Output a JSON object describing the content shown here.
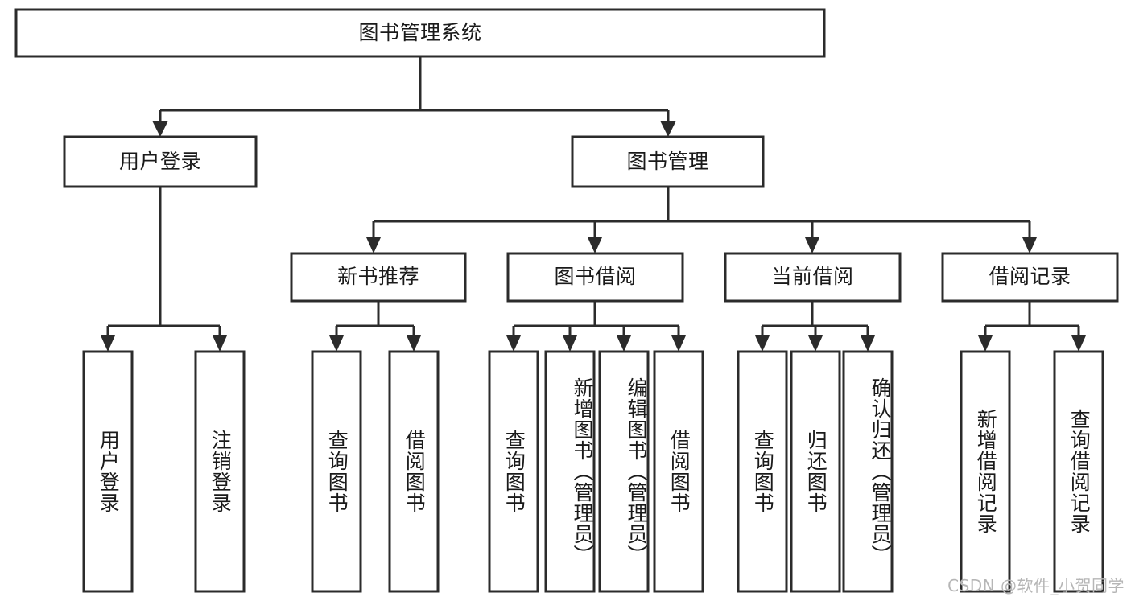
{
  "diagram": {
    "type": "tree",
    "title": "图书管理系统",
    "orientation": "top-down",
    "colors": {
      "box_stroke": "#2b2b2b",
      "box_fill": "#ffffff",
      "connector": "#2b2b2b",
      "text": "#1a1a1a",
      "background": "#ffffff",
      "watermark": "#b6b6b6"
    },
    "root": {
      "label": "图书管理系统"
    },
    "level2": [
      {
        "label": "用户登录"
      },
      {
        "label": "图书管理"
      }
    ],
    "level3": [
      {
        "label": "新书推荐"
      },
      {
        "label": "图书借阅"
      },
      {
        "label": "当前借阅"
      },
      {
        "label": "借阅记录"
      }
    ],
    "leaves": {
      "user_login": [
        {
          "label": "用户登录"
        },
        {
          "label": "注销登录"
        }
      ],
      "new_book": [
        {
          "label": "查询图书"
        },
        {
          "label": "借阅图书"
        }
      ],
      "book_borrow": [
        {
          "label": "查询图书"
        },
        {
          "label": "新增图书（管理员）"
        },
        {
          "label": "编辑图书（管理员）"
        },
        {
          "label": "借阅图书"
        }
      ],
      "current_borrow": [
        {
          "label": "查询图书"
        },
        {
          "label": "归还图书"
        },
        {
          "label": "确认归还（管理员）"
        }
      ],
      "borrow_record": [
        {
          "label": "新增借阅记录"
        },
        {
          "label": "查询借阅记录"
        }
      ]
    }
  },
  "watermark": {
    "text": "CSDN @软件_小贺同学"
  }
}
